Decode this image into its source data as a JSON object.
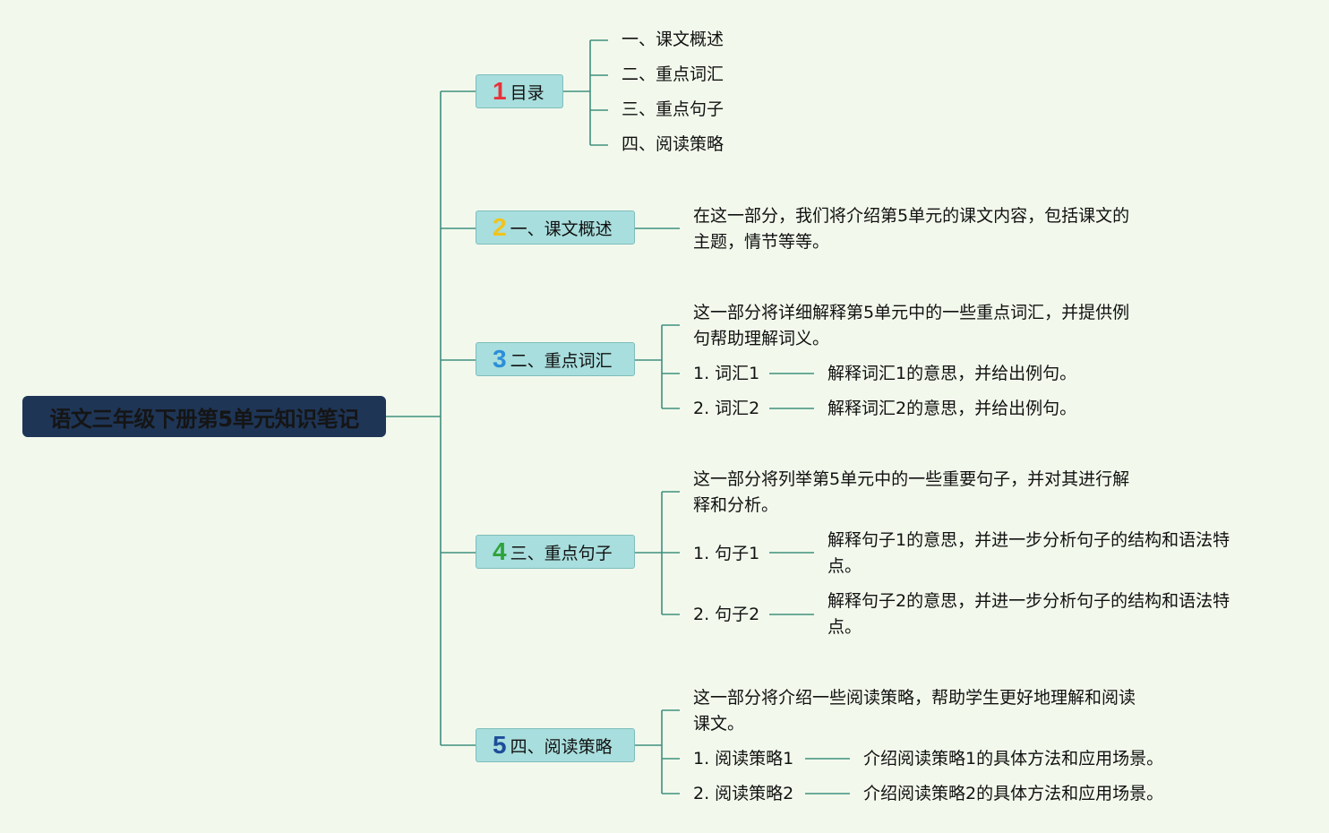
{
  "root": {
    "title": "语文三年级下册第5单元知识笔记"
  },
  "colors": {
    "line": "#3f8f7e",
    "branch_fill": "#a8dedd",
    "root_fill": "#1e3556",
    "background": "#f2f9ec"
  },
  "branches": [
    {
      "num": "1",
      "num_color": "#e8323a",
      "label": "目录",
      "children": [
        "一、课文概述",
        "二、重点词汇",
        "三、重点句子",
        "四、阅读策略"
      ]
    },
    {
      "num": "2",
      "num_color": "#f2c31b",
      "label": "一、课文概述",
      "desc": "在这一部分，我们将介绍第5单元的课文内容，包括课文的主题，情节等等。"
    },
    {
      "num": "3",
      "num_color": "#2b8fd8",
      "label": "二、重点词汇",
      "desc": "这一部分将详细解释第5单元中的一些重点词汇，并提供例句帮助理解词义。",
      "items": [
        {
          "label": "1. 词汇1",
          "detail": "解释词汇1的意思，并给出例句。"
        },
        {
          "label": "2. 词汇2",
          "detail": "解释词汇2的意思，并给出例句。"
        }
      ]
    },
    {
      "num": "4",
      "num_color": "#2ea23b",
      "label": "三、重点句子",
      "desc": "这一部分将列举第5单元中的一些重要句子，并对其进行解释和分析。",
      "items": [
        {
          "label": "1. 句子1",
          "detail": "解释句子1的意思，并进一步分析句子的结构和语法特点。"
        },
        {
          "label": "2. 句子2",
          "detail": "解释句子2的意思，并进一步分析句子的结构和语法特点。"
        }
      ]
    },
    {
      "num": "5",
      "num_color": "#1e4d9a",
      "label": "四、阅读策略",
      "desc": "这一部分将介绍一些阅读策略，帮助学生更好地理解和阅读课文。",
      "items": [
        {
          "label": "1. 阅读策略1",
          "detail": "介绍阅读策略1的具体方法和应用场景。"
        },
        {
          "label": "2. 阅读策略2",
          "detail": "介绍阅读策略2的具体方法和应用场景。"
        }
      ]
    }
  ]
}
